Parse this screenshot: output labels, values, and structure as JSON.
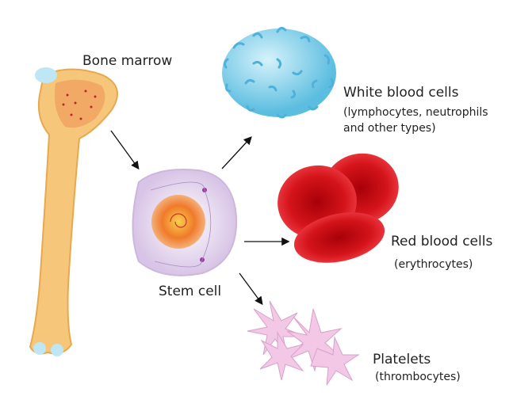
{
  "labels": {
    "bone_marrow": "Bone marrow",
    "stem_cell": "Stem cell",
    "white_title": "White blood cells",
    "white_sub1": "(lymphocytes, neutrophils",
    "white_sub2": "and other types)",
    "red_title": "Red blood cells",
    "red_sub": "(erythrocytes)",
    "platelets_title": "Platelets",
    "platelets_sub": "(thrombocytes)"
  },
  "colors": {
    "bone": "#f6c77a",
    "marrow": "#f0a860",
    "stem_cell": "#e9dcef",
    "nucleus": "#f07a2a",
    "white_cell": "#7fcfe8",
    "red_cell": "#d4141a",
    "platelet": "#f3c8e6"
  }
}
